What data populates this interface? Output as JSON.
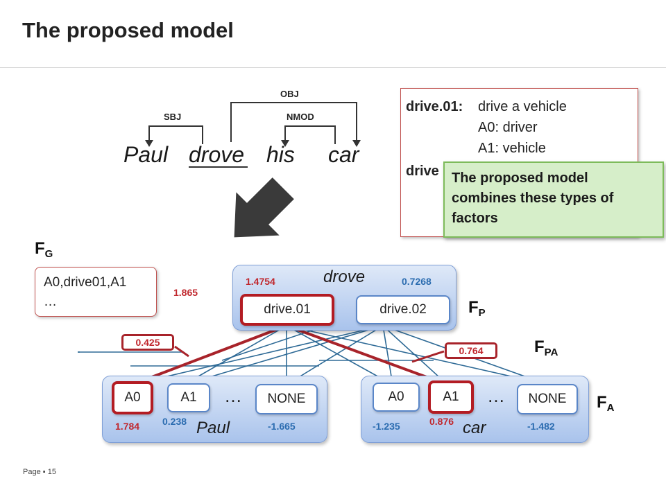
{
  "slide": {
    "title": "The proposed model",
    "footer_label": "Page",
    "page_number": "15"
  },
  "sentence": {
    "words": [
      "Paul",
      "drove",
      "his",
      "car"
    ],
    "deps": {
      "sbj": "SBJ",
      "obj": "OBJ",
      "nmod": "NMOD"
    }
  },
  "senses": {
    "drive01_name": "drive.01:",
    "drive01_gloss": "drive a vehicle",
    "drive01_a0": "A0: driver",
    "drive01_a1": "A1: vehicle",
    "drive02_partial": "drive"
  },
  "callout": {
    "text": "The proposed model combines these types of factors"
  },
  "factors": {
    "fg": "F",
    "fg_sub": "G",
    "fp": "F",
    "fp_sub": "P",
    "fpa": "F",
    "fpa_sub": "PA",
    "fa": "F",
    "fa_sub": "A"
  },
  "fg_box": {
    "line1": "A0,drive01,A1",
    "line2": "…",
    "score": "1.865"
  },
  "drove_group": {
    "name": "drove",
    "nodes": [
      {
        "label": "drive.01",
        "score": "1.4754"
      },
      {
        "label": "drive.02",
        "score": "0.7268"
      }
    ]
  },
  "paul_group": {
    "name": "Paul",
    "ellipsis": "…",
    "nodes": [
      {
        "label": "A0",
        "score": "1.784"
      },
      {
        "label": "A1",
        "score": "0.238"
      },
      {
        "label": "NONE",
        "score": "-1.665"
      }
    ]
  },
  "car_group": {
    "name": "car",
    "ellipsis": "…",
    "nodes": [
      {
        "label": "A0",
        "score": "-1.235"
      },
      {
        "label": "A1",
        "score": "0.876"
      },
      {
        "label": "NONE",
        "score": "-1.482"
      }
    ]
  },
  "pa_scores": {
    "left": "0.425",
    "right": "0.764"
  },
  "colors": {
    "accent_red": "#c0272d",
    "accent_blue": "#2b6cb0",
    "line_blue": "#2e6a96",
    "callout_green": "#d6eec9",
    "arrow_dark": "#3a3a3a"
  }
}
